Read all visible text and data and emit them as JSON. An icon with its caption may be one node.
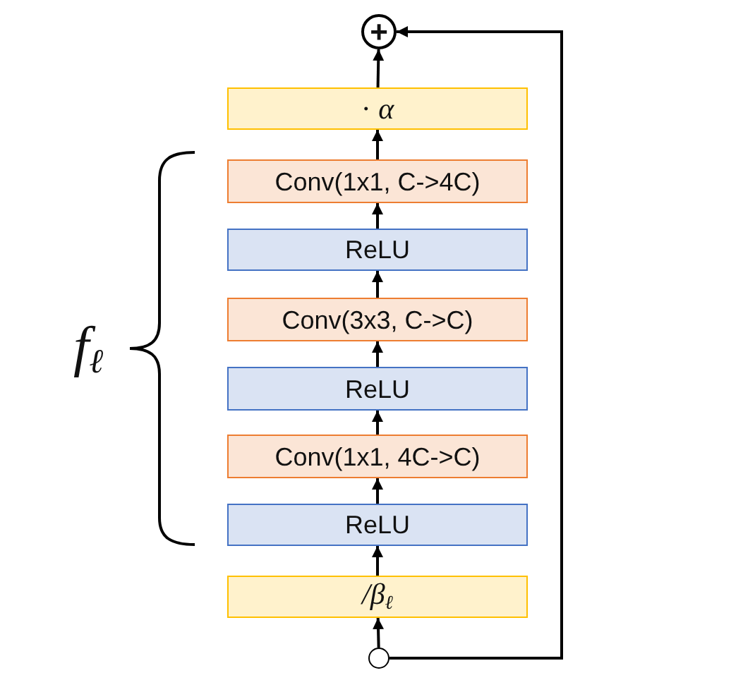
{
  "diagram": {
    "nodes": [
      {
        "text": [
          "+"
        ]
      },
      {
        "text": [
          "· *α*"
        ]
      },
      {
        "text": [
          "Conv(1x1, C->4C)"
        ]
      },
      {
        "text": [
          "ReLU"
        ]
      },
      {
        "text": [
          "Conv(3x3, C->C)"
        ]
      },
      {
        "text": [
          "ReLU"
        ]
      },
      {
        "text": [
          "Conv(1x1, 4C->C)"
        ]
      },
      {
        "text": [
          "ReLU"
        ]
      },
      {
        "text": [
          "/β$_{ℓ}$"
        ]
      },
      {
        "text": [],
        "shape": "circle"
      }
    ],
    "edges": [
      {
        "from": 9,
        "to": 8,
        "arrow": "to"
      },
      {
        "from": 8,
        "to": 7,
        "arrow": "to"
      },
      {
        "from": 7,
        "to": 6,
        "arrow": "to"
      },
      {
        "from": 6,
        "to": 5,
        "arrow": "to"
      },
      {
        "from": 5,
        "to": 4,
        "arrow": "to"
      },
      {
        "from": 4,
        "to": 3,
        "arrow": "to"
      },
      {
        "from": 3,
        "to": 2,
        "arrow": "to"
      },
      {
        "from": 2,
        "to": 1,
        "arrow": "to"
      },
      {
        "from": 1,
        "to": 0,
        "arrow": "to"
      },
      {
        "from": 9,
        "to": 0,
        "arrow": "to"
      }
    ],
    "labels": [
      "f$_{ℓ}$"
    ]
  }
}
